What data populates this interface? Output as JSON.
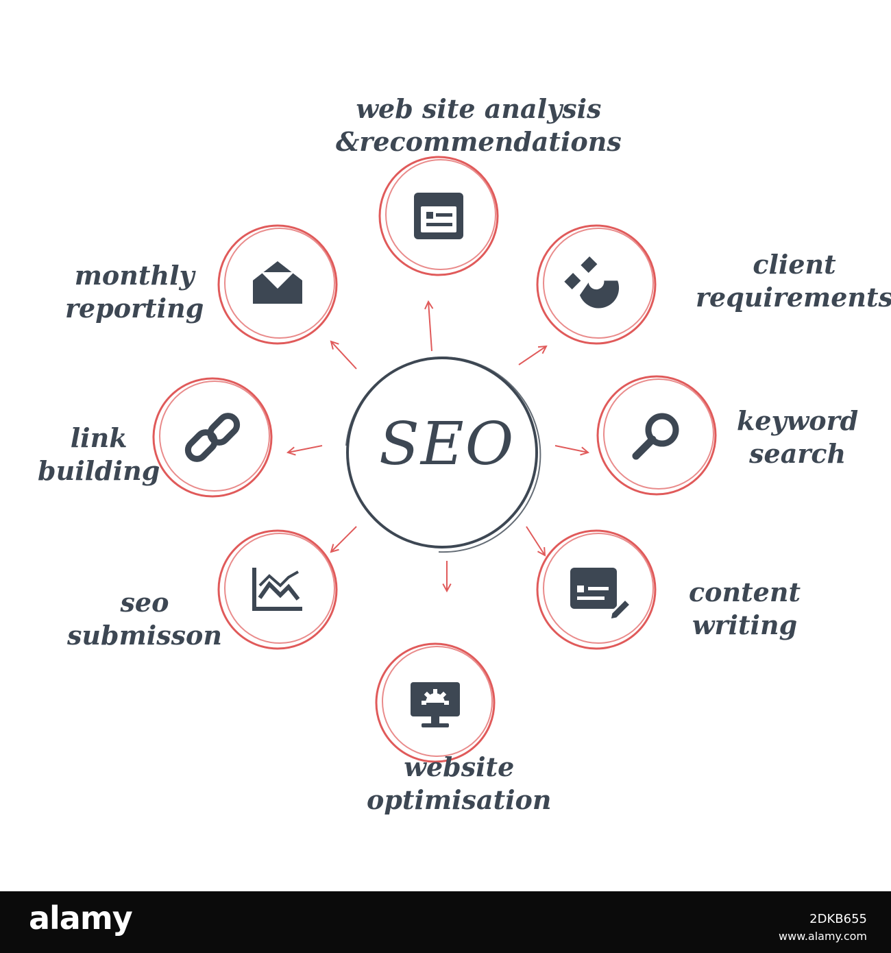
{
  "center": {
    "label": "SEO"
  },
  "nodes": [
    {
      "id": "web-site-analysis",
      "icon": "browser-window-icon",
      "label_lines": [
        "web site analysis",
        "&recommendations"
      ]
    },
    {
      "id": "client-requirements",
      "icon": "magnet-icon",
      "label_lines": [
        "client",
        "requirements"
      ]
    },
    {
      "id": "keyword-search",
      "icon": "magnifier-icon",
      "label_lines": [
        "keyword",
        "search"
      ]
    },
    {
      "id": "content-writing",
      "icon": "document-edit-icon",
      "label_lines": [
        "content",
        "writing"
      ]
    },
    {
      "id": "website-optimisation",
      "icon": "monitor-gear-icon",
      "label_lines": [
        "website",
        "optimisation"
      ]
    },
    {
      "id": "seo-submisson",
      "icon": "line-chart-icon",
      "label_lines": [
        "seo",
        "submisson"
      ]
    },
    {
      "id": "link-building",
      "icon": "chain-link-icon",
      "label_lines": [
        "link",
        "building"
      ]
    },
    {
      "id": "monthly-reporting",
      "icon": "envelope-icon",
      "label_lines": [
        "monthly",
        "reporting"
      ]
    }
  ],
  "colors": {
    "ring": "#e05a5a",
    "dark": "#3d4753",
    "background": "#ffffff",
    "footer": "#0b0b0b"
  },
  "footer": {
    "brand": "alamy",
    "image_id": "2DKB655",
    "url": "www.alamy.com"
  }
}
